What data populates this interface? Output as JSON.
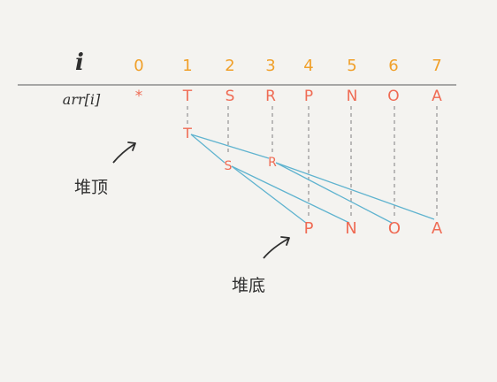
{
  "header": {
    "index_label": "i",
    "array_label": "arr[i]"
  },
  "indices": [
    "0",
    "1",
    "2",
    "3",
    "4",
    "5",
    "6",
    "7"
  ],
  "array_values": [
    "*",
    "T",
    "S",
    "R",
    "P",
    "N",
    "O",
    "A"
  ],
  "heap": {
    "root": "T",
    "level1": [
      "S",
      "R"
    ],
    "level2": [
      "P",
      "N",
      "O",
      "A"
    ],
    "edges": [
      [
        "T",
        "S"
      ],
      [
        "T",
        "R"
      ],
      [
        "S",
        "P"
      ],
      [
        "S",
        "N"
      ],
      [
        "R",
        "O"
      ],
      [
        "R",
        "A"
      ]
    ]
  },
  "annotations": {
    "top_label": "堆顶",
    "bottom_label": "堆底"
  },
  "colors": {
    "background": "#f4f3f0",
    "index": "#f0a02a",
    "value": "#ef6b54",
    "edge": "#5fb3cf",
    "dashed": "#9a9a9a",
    "ink": "#2f2f2f",
    "rule": "#8c8c8c"
  }
}
